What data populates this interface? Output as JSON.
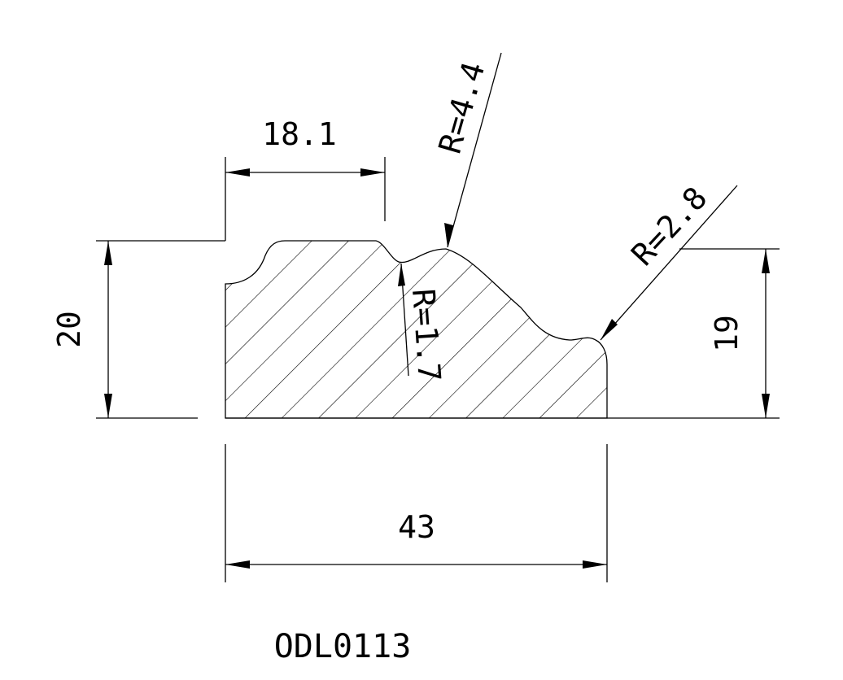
{
  "drawing": {
    "code": "ODL0113",
    "dimensions": {
      "top_width": "18.1",
      "left_height": "20",
      "right_height": "19",
      "bottom_width": "43"
    },
    "radii": {
      "large": "R=4.4",
      "small": "R=2.8",
      "groove": "R=1.7"
    }
  }
}
